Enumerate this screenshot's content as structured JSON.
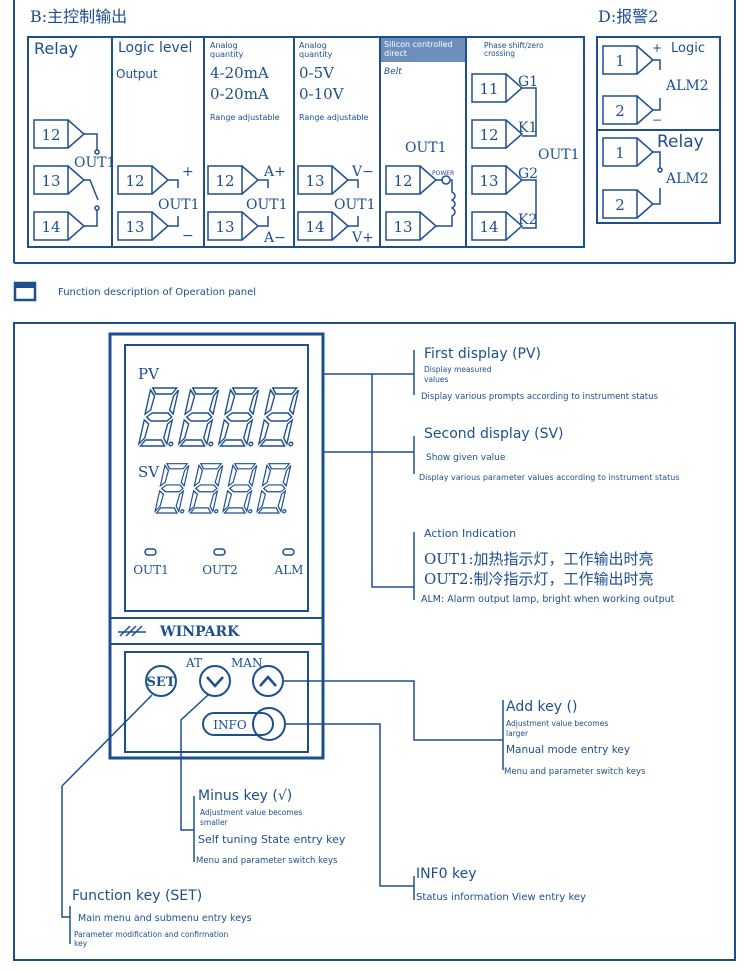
{
  "wiring": {
    "main_output_title": "B:主控制输出",
    "alarm_title": "D:报警2",
    "columns": [
      {
        "title": "Relay",
        "subtitle": ""
      },
      {
        "title": "Logic level",
        "subtitle": "Output"
      },
      {
        "title": "Analog quantity",
        "range1": "4-20mA",
        "range2": "0-20mA",
        "note": "Range adjustable"
      },
      {
        "title": "Analog quantity",
        "range1": "0-5V",
        "range2": "0-10V",
        "note": "Range adjustable"
      },
      {
        "title": "Silicon controlled direct",
        "subtitle": "Belt"
      },
      {
        "title": "Phase shift/zero crossing"
      }
    ],
    "terminals": {
      "relay": [
        "12",
        "13",
        "14"
      ],
      "logic": [
        "12",
        "13"
      ],
      "analog_ma": [
        "12",
        "13"
      ],
      "analog_v": [
        "13",
        "14"
      ],
      "scr": [
        "12",
        "13"
      ],
      "phase": [
        "11",
        "12",
        "13",
        "14"
      ],
      "alarm_logic": [
        "1",
        "2"
      ],
      "alarm_relay": [
        "1",
        "2"
      ]
    },
    "labels": {
      "out1": "OUT1",
      "plus": "+",
      "minus": "−",
      "a_plus": "A+",
      "a_minus": "A−",
      "v_minus": "V−",
      "v_plus": "V+",
      "power": "POWER",
      "g1": "G1",
      "k1": "K1",
      "g2": "G2",
      "k2": "K2",
      "alm2": "ALM2",
      "alarm_logic": "Logic",
      "alarm_relay": "Relay"
    }
  },
  "section_title": "Function description of Operation panel",
  "panel": {
    "pv_label": "PV",
    "sv_label": "SV",
    "pv_digits": "8888",
    "sv_digits": "8888",
    "indicators": [
      "OUT1",
      "OUT2",
      "ALM"
    ],
    "brand": "WINPARK",
    "keys": {
      "set": "SET",
      "at": "AT",
      "man": "MAN",
      "info": "INFO"
    }
  },
  "callouts": {
    "first_display": {
      "title": "First display (PV)",
      "lines": [
        "Display measured",
        "values",
        "Display various prompts according to instrument status"
      ]
    },
    "second_display": {
      "title": "Second display (SV)",
      "lines": [
        "Show given value",
        "Display various parameter values according to instrument status"
      ]
    },
    "action": {
      "title": "Action Indication",
      "lines": [
        "OUT1:加热指示灯，工作输出时亮",
        "OUT2:制冷指示灯，工作输出时亮",
        "ALM: Alarm output lamp, bright when working output"
      ]
    },
    "add_key": {
      "title": "Add key ()",
      "lines": [
        "Adjustment value becomes",
        "larger",
        "Manual mode entry key",
        "Menu and parameter switch keys"
      ]
    },
    "minus_key": {
      "title": "Minus key (√)",
      "lines": [
        "Adjustment value becomes",
        "smaller",
        "Self tuning State entry key",
        "Menu and parameter switch keys"
      ]
    },
    "info_key": {
      "title": "INF0 key",
      "lines": [
        "Status information View entry key"
      ]
    },
    "function_key": {
      "title": "Function key (SET)",
      "lines": [
        "Main menu and submenu entry keys",
        "Parameter modification and confirmation",
        "key"
      ]
    }
  }
}
